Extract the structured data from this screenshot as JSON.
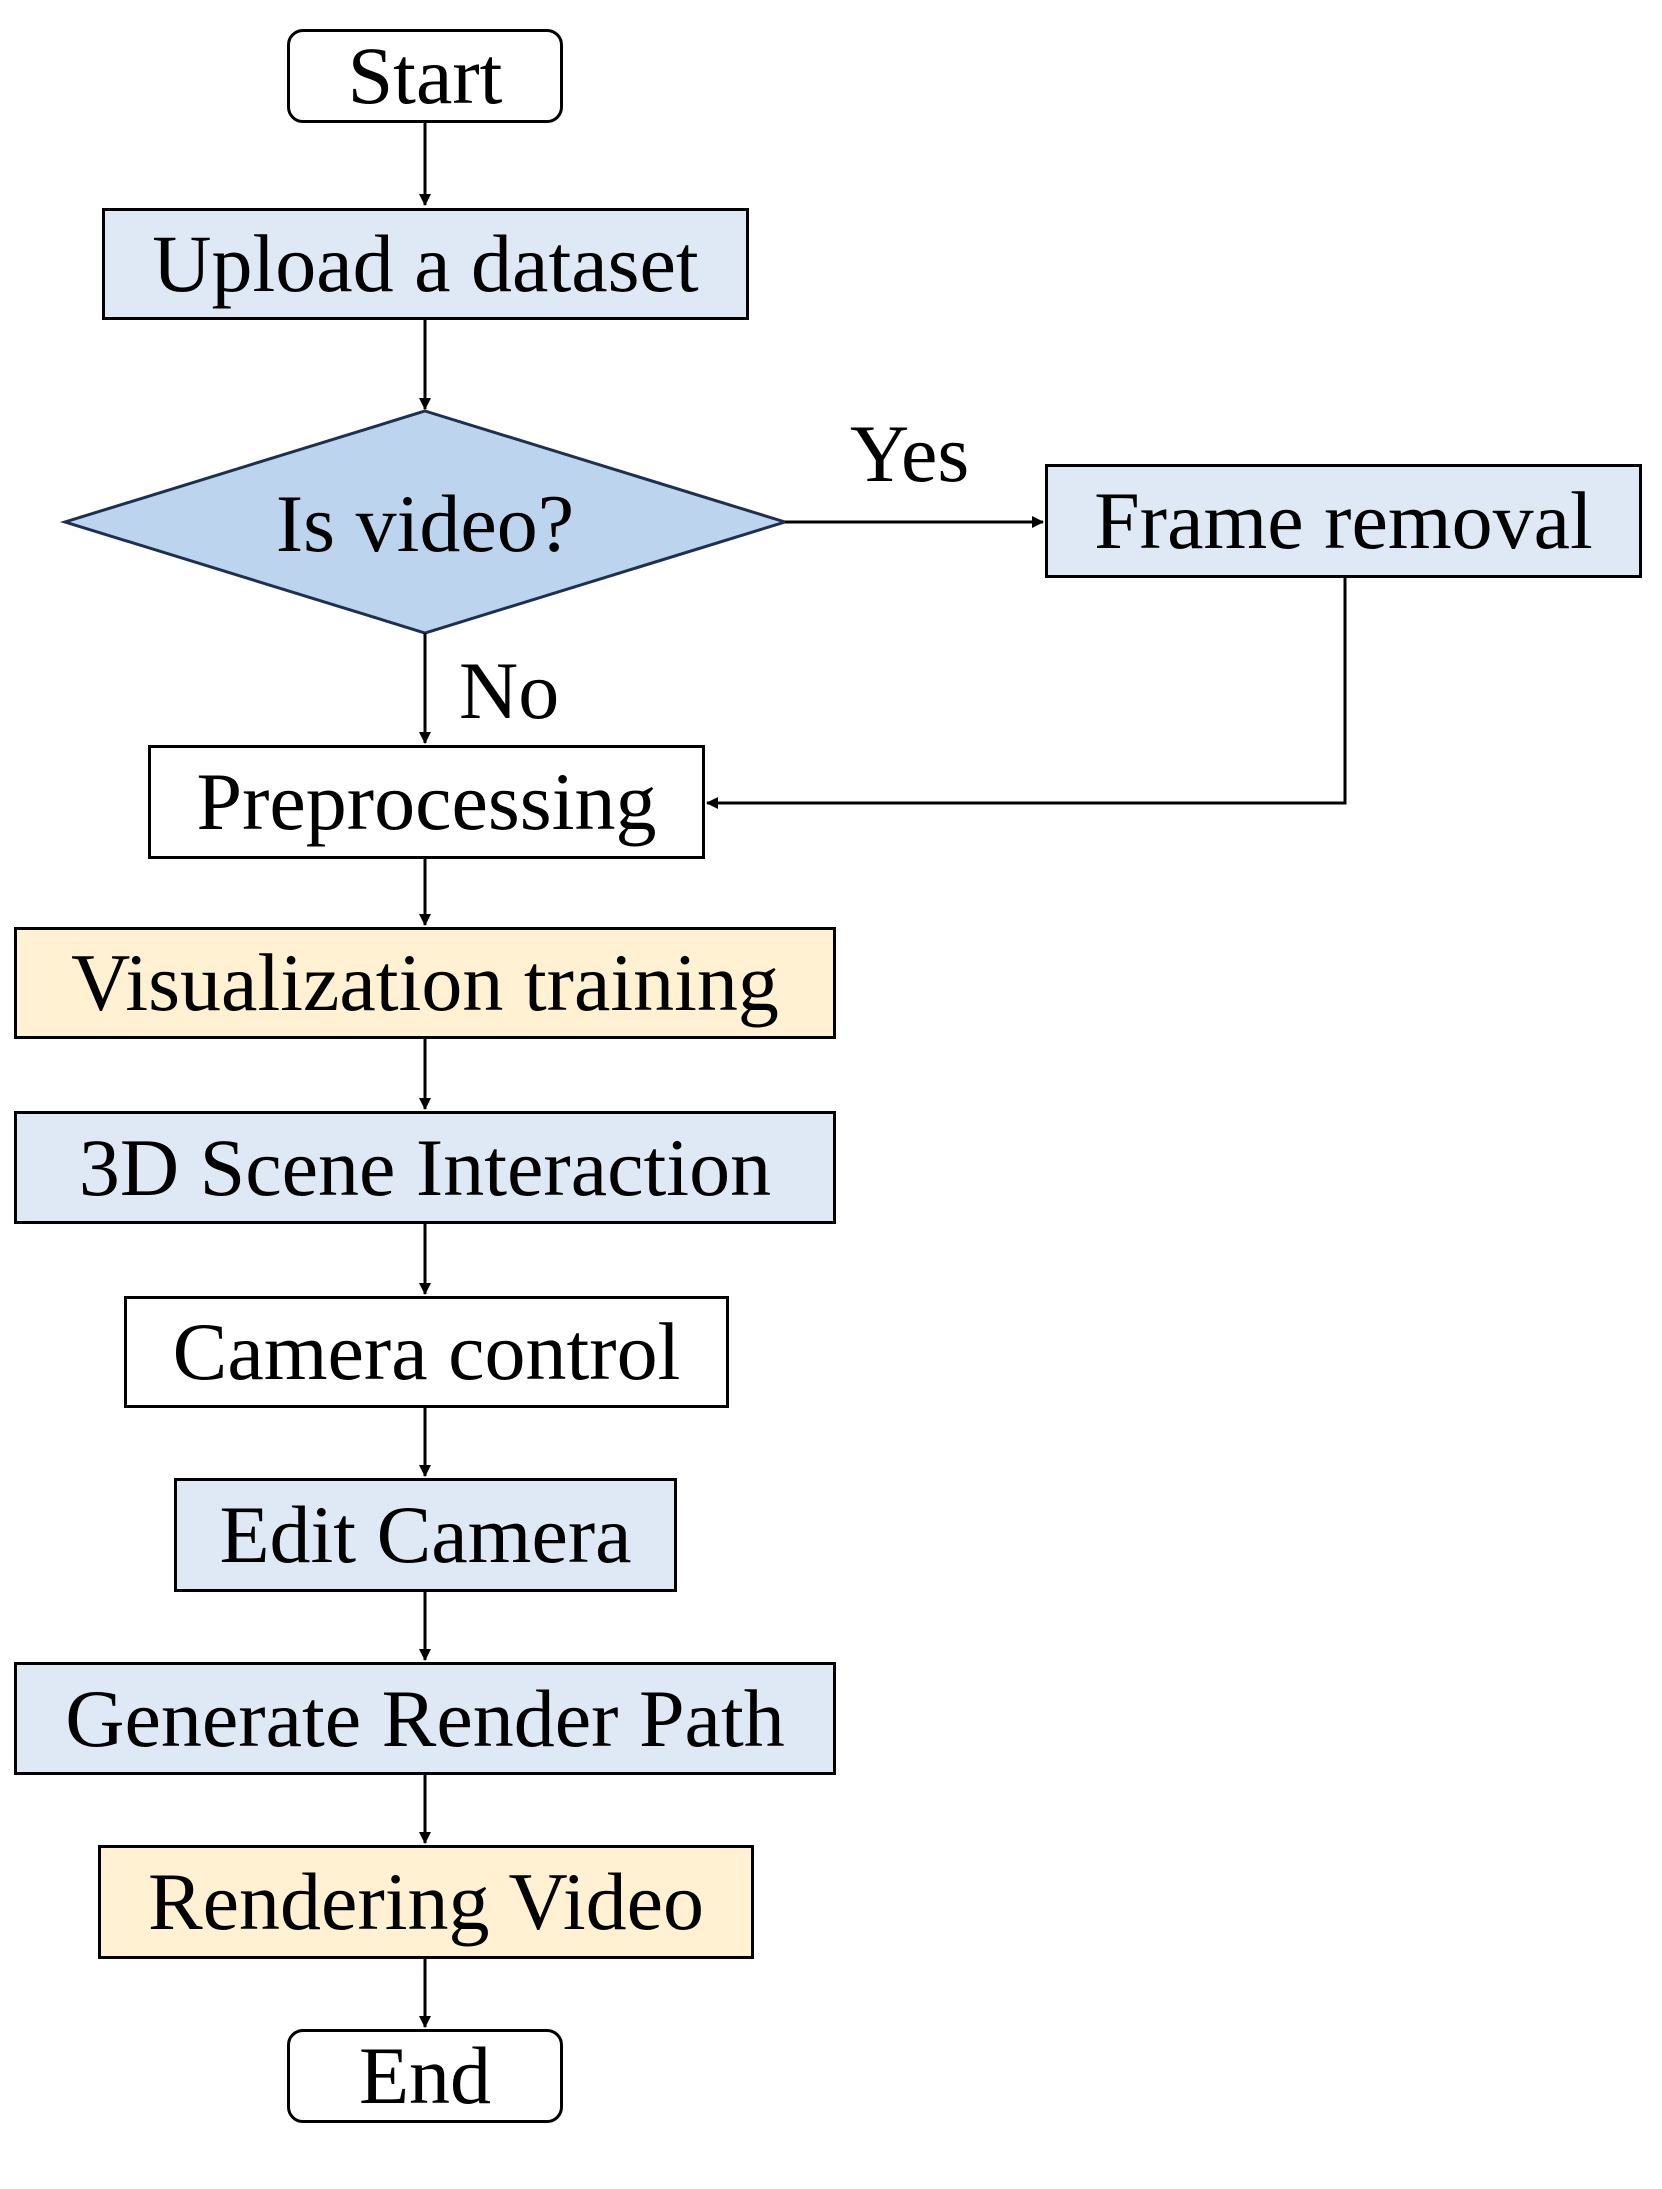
{
  "nodes": {
    "start": "Start",
    "upload": "Upload a dataset",
    "decision": "Is video?",
    "frame_removal": "Frame removal",
    "preprocessing": "Preprocessing",
    "visualization_training": "Visualization training",
    "scene_interaction": "3D Scene Interaction",
    "camera_control": "Camera control",
    "edit_camera": "Edit Camera",
    "render_path": "Generate Render Path",
    "rendering_video": "Rendering Video",
    "end": "End"
  },
  "edge_labels": {
    "yes": "Yes",
    "no": "No"
  },
  "colors": {
    "blue_fill": "#dfe9f5",
    "decision_fill": "#bdd4ee",
    "yellow_fill": "#fff1d2",
    "stroke": "#000000"
  }
}
